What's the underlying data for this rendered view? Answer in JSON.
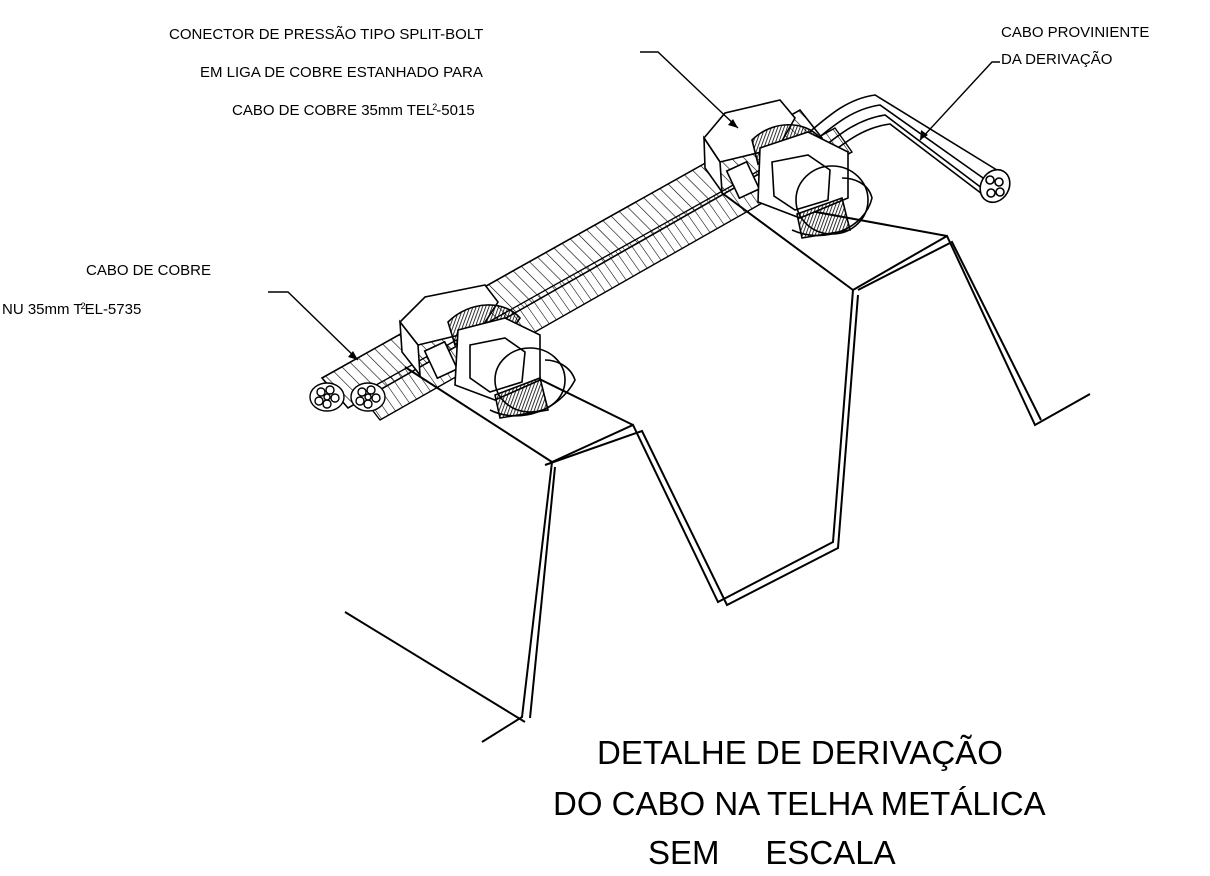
{
  "labels": {
    "connector": {
      "line1": "CONECTOR DE PRESSÃO TIPO SPLIT-BOLT",
      "line2": "EM LIGA DE COBRE ESTANHADO PARA",
      "line3_pre": "CABO DE  COBRE 35mm TEL",
      "line3_sup": "2",
      "line3_post": "-5015"
    },
    "branch_cable": {
      "line1": "CABO PROVINIENTE",
      "line2": "DA DERIVAÇÃO"
    },
    "bare_cable": {
      "line1": "CABO DE COBRE",
      "line2_pre": "NU 35mm T",
      "line2_sup": "2",
      "line2_post": "EL-5735"
    }
  },
  "title": {
    "line1": "DETALHE DE DERIVAÇÃO",
    "line2": "DO CABO NA TELHA METÁLICA",
    "line3": "SEM     ESCALA"
  }
}
